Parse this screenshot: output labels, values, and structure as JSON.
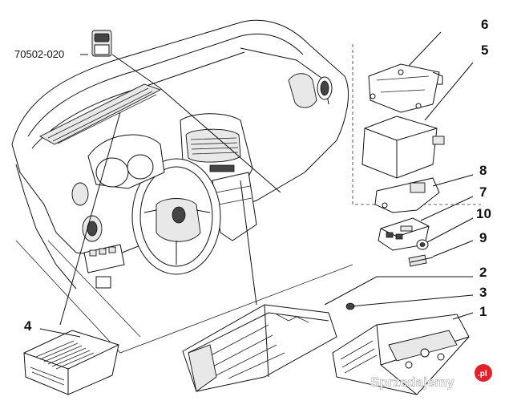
{
  "diagram": {
    "part_number_label": "70502-020",
    "callouts": [
      "6",
      "5",
      "8",
      "7",
      "10",
      "9",
      "2",
      "3",
      "1",
      "4"
    ]
  },
  "watermark": {
    "text": "Sprzedajemy",
    "badge": ".pl",
    "color": "#e2222a"
  }
}
